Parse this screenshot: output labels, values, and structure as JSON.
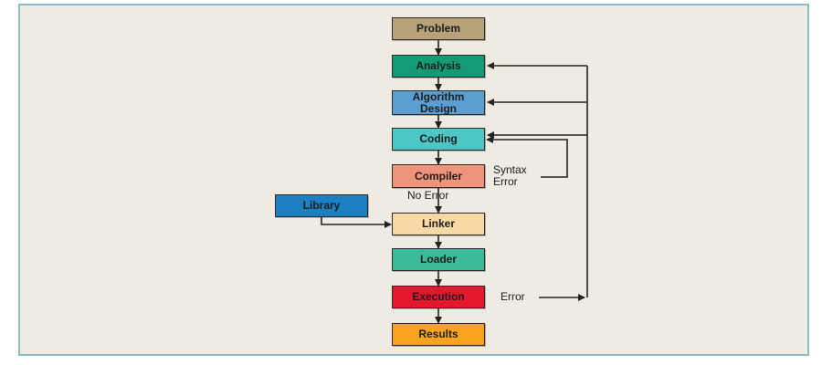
{
  "colors": {
    "problem": "#b8a27a",
    "analysis": "#149a74",
    "algorithm": "#5b9ed1",
    "coding": "#4ec6c6",
    "compiler": "#f0937b",
    "library": "#1c7fc1",
    "linker": "#f8d9a5",
    "loader": "#3cba9a",
    "execution": "#e3182c",
    "results": "#f8a41f"
  },
  "nodes": {
    "problem": "Problem",
    "analysis": "Analysis",
    "algorithm": "Algorithm\nDesign",
    "coding": "Coding",
    "compiler": "Compiler",
    "library": "Library",
    "linker": "Linker",
    "loader": "Loader",
    "execution": "Execution",
    "results": "Results"
  },
  "labels": {
    "syntax_error": "Syntax\nError",
    "no_error": "No Error",
    "error": "Error"
  }
}
